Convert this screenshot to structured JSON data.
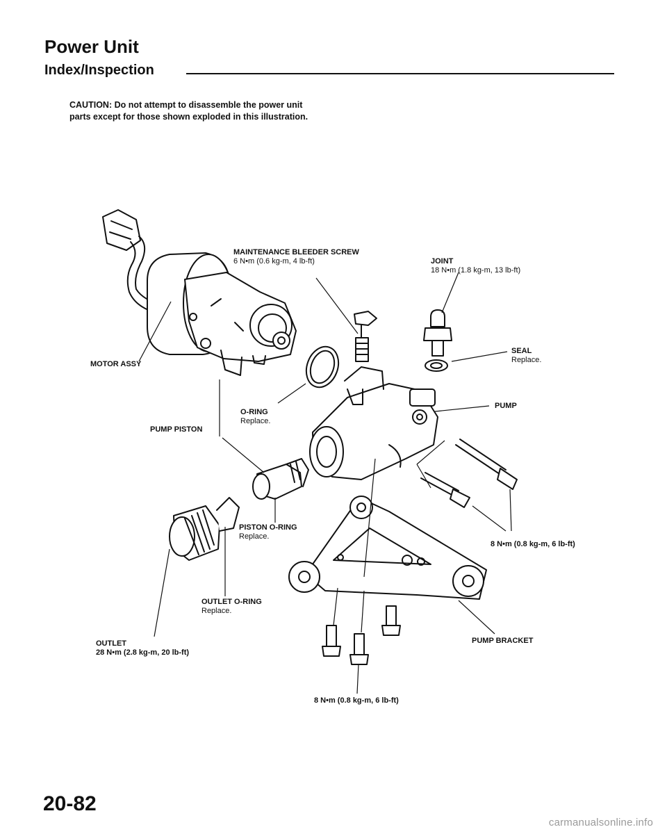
{
  "header": {
    "title": "Power Unit",
    "subtitle": "Index/Inspection"
  },
  "caution": "CAUTION: Do not attempt to disassemble the power unit parts except for those shown exploded in this illustration.",
  "labels": {
    "bleeder": {
      "name": "MAINTENANCE BLEEDER SCREW",
      "spec": "6 N•m (0.6 kg-m, 4 lb-ft)"
    },
    "joint": {
      "name": "JOINT",
      "spec": "18 N•m (1.8 kg-m, 13 lb-ft)"
    },
    "seal": {
      "name": "SEAL",
      "note": "Replace."
    },
    "motor": {
      "name": "MOTOR ASSY"
    },
    "pump": {
      "name": "PUMP"
    },
    "oring": {
      "name": "O-RING",
      "note": "Replace."
    },
    "pump_piston": {
      "name": "PUMP PISTON"
    },
    "piston_oring": {
      "name": "PISTON O-RING",
      "note": "Replace."
    },
    "outlet_oring": {
      "name": "OUTLET O-RING",
      "note": "Replace."
    },
    "outlet": {
      "name": "OUTLET",
      "spec": "28 N•m (2.8 kg-m, 20 lb-ft)"
    },
    "bolt_spec_right": "8 N•m (0.8 kg-m, 6 lb-ft)",
    "pump_bracket": {
      "name": "PUMP BRACKET"
    },
    "bolt_spec_bottom": "8 N•m (0.8 kg-m, 6 lb-ft)"
  },
  "footer": {
    "page_number": "20-82",
    "watermark": "carmanualsonline.info"
  }
}
